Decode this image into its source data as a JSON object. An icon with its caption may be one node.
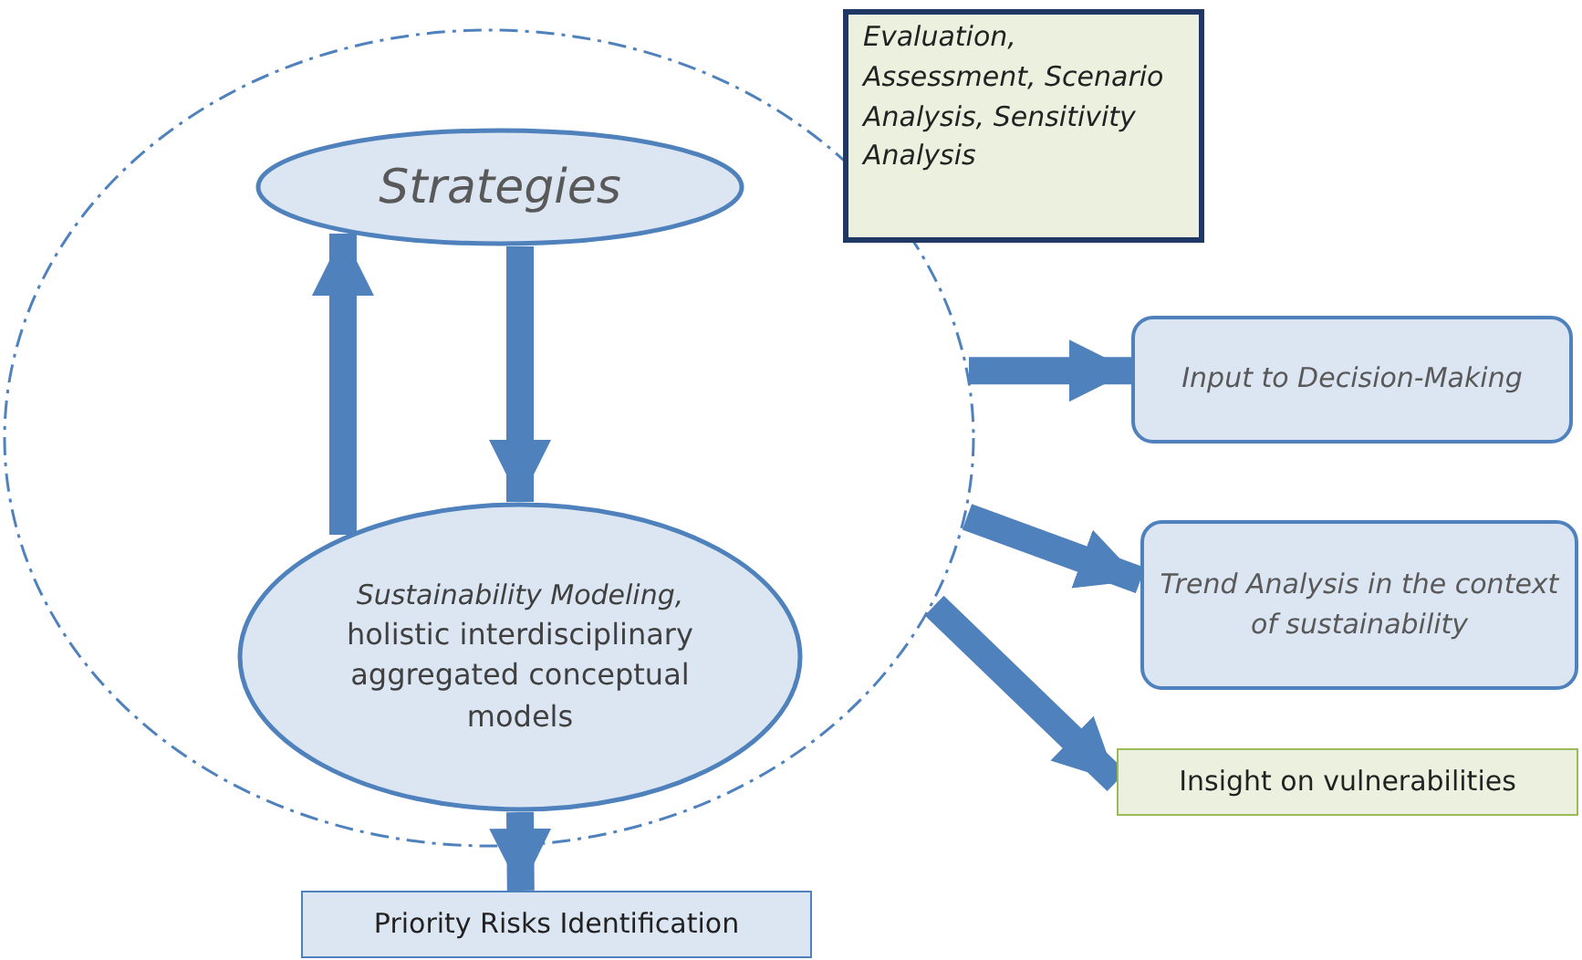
{
  "diagram": {
    "nodes": [
      {
        "text": [],
        "shape": "circle"
      },
      {
        "text": [
          "Strategies"
        ],
        "in": 0
      },
      {
        "text": [
          "Sustainability Modeling,",
          "holistic interdisciplinary aggregated conceptual models"
        ],
        "in": 0
      },
      {
        "text": [
          "Evaluation, Assessment, Scenario Analysis, Sensitivity Analysis"
        ]
      },
      {
        "text": [
          "Input to Decision-Making"
        ]
      },
      {
        "text": [
          "Trend Analysis in the context of sustainability"
        ]
      },
      {
        "text": [
          "Insight on vulnerabilities"
        ]
      },
      {
        "text": [
          "Priority Risks Identification"
        ]
      }
    ],
    "edges": [
      {
        "from": 1,
        "to": 2,
        "arrow": "to"
      },
      {
        "from": 2,
        "to": 1,
        "arrow": "to"
      },
      {
        "from": 0,
        "to": 4,
        "arrow": "to"
      },
      {
        "from": 0,
        "to": 5,
        "arrow": "to"
      },
      {
        "from": 0,
        "to": 6,
        "arrow": "to"
      },
      {
        "from": 2,
        "to": 7,
        "arrow": "to"
      }
    ]
  }
}
